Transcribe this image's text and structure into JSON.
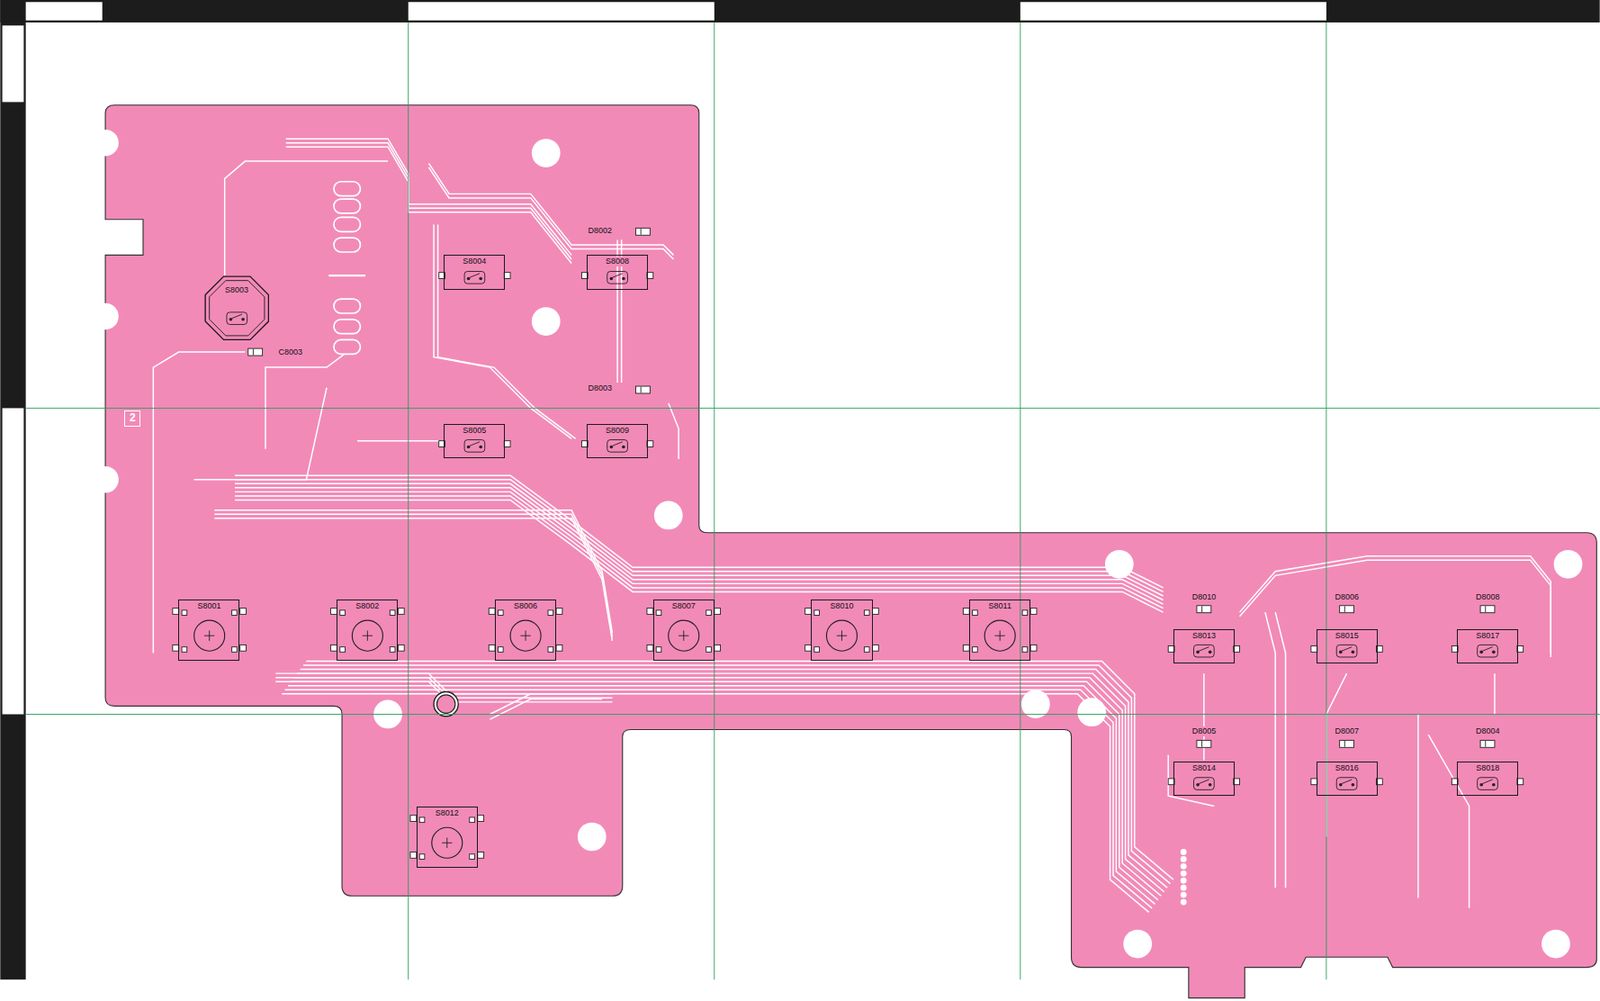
{
  "diagram": {
    "nodes": [
      {
        "text": [
          "S8004"
        ]
      },
      {
        "text": [
          "S8008"
        ]
      },
      {
        "text": [
          "S8003"
        ]
      },
      {
        "text": [
          "2"
        ]
      },
      {
        "text": [
          "S8005"
        ]
      },
      {
        "text": [
          "S8009"
        ]
      },
      {
        "text": [
          "S8001"
        ]
      },
      {
        "text": [
          "S8002"
        ]
      },
      {
        "text": [
          "S8006"
        ]
      },
      {
        "text": [
          "S8007"
        ]
      },
      {
        "text": [
          "S8010"
        ]
      },
      {
        "text": [
          "S8011"
        ]
      },
      {
        "text": [
          "S8013"
        ]
      },
      {
        "text": [
          "S8015"
        ]
      },
      {
        "text": [
          "S8017"
        ]
      },
      {
        "text": [
          "S8014"
        ]
      },
      {
        "text": [
          "S8016"
        ]
      },
      {
        "text": [
          "S8018"
        ]
      },
      {
        "text": [
          "S8012"
        ]
      }
    ],
    "labels": [
      "D8002",
      "C8003",
      "D8003",
      "D8010",
      "D8006",
      "D8008",
      "D8005",
      "D8007",
      "D8004"
    ]
  }
}
